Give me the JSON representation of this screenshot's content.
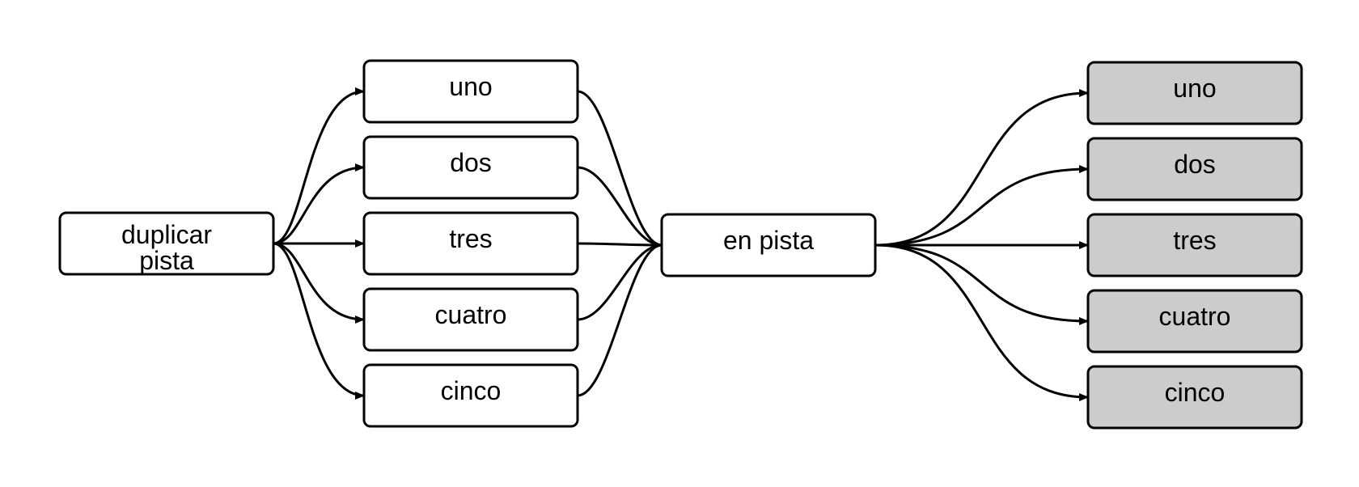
{
  "colors": {
    "node_fill": "#ffffff",
    "output_fill": "#cccccc",
    "stroke": "#000000"
  },
  "nodes": {
    "source": {
      "lines": [
        "duplicar",
        "pista"
      ]
    },
    "middle": [
      "uno",
      "dos",
      "tres",
      "cuatro",
      "cinco"
    ],
    "merge": {
      "label": "en pista"
    },
    "outputs": [
      "uno",
      "dos",
      "tres",
      "cuatro",
      "cinco"
    ]
  }
}
